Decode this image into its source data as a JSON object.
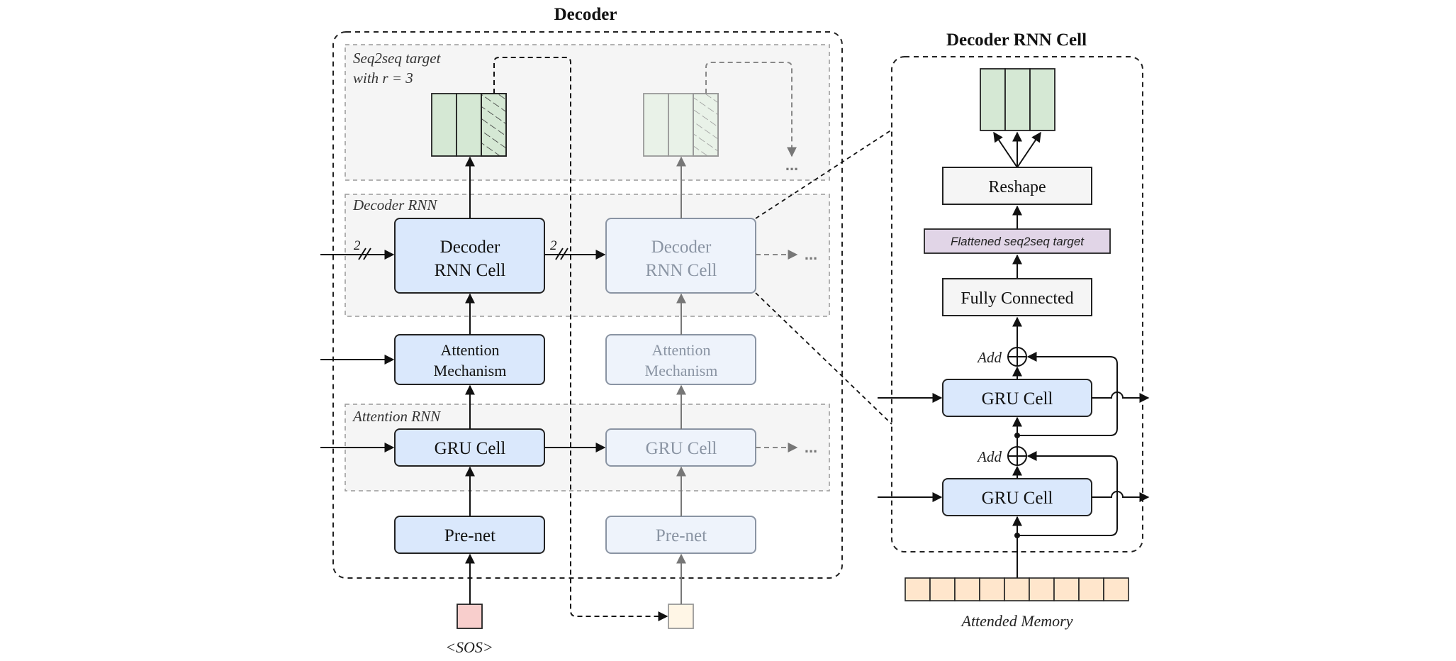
{
  "decoder": {
    "title": "Decoder",
    "seq2seq_label_line1": "Seq2seq target",
    "seq2seq_label_line2": "with r = 3",
    "decoder_rnn_label": "Decoder RNN",
    "attention_rnn_label": "Attention RNN",
    "decoder_cell_line1": "Decoder",
    "decoder_cell_line2": "RNN Cell",
    "attention_line1": "Attention",
    "attention_line2": "Mechanism",
    "gru_cell": "GRU Cell",
    "prenet": "Pre-net",
    "sos": "<SOS>",
    "split_count": "2",
    "ellipsis": "..."
  },
  "rnn_cell": {
    "title": "Decoder RNN Cell",
    "reshape": "Reshape",
    "flattened": "Flattened seq2seq target",
    "fully_connected": "Fully Connected",
    "add": "Add",
    "gru_cell": "GRU Cell",
    "attended_memory": "Attended Memory"
  },
  "colors": {
    "blue_fill": "#dae8fc",
    "blue_faded_fill": "#eef3fb",
    "green_fill": "#d5e8d4",
    "green_faded_fill": "#e9f2e8",
    "purple_fill": "#e1d5e7",
    "orange_fill": "#ffe6cc",
    "sos_fill": "#f8cecc",
    "light_orange_fill": "#fff6e6",
    "region_fill": "#f5f5f5",
    "gray_fill": "#f5f5f5"
  }
}
